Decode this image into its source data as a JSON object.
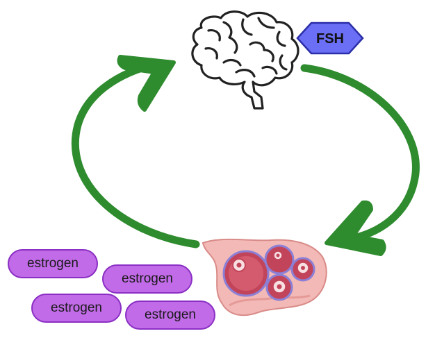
{
  "hormone_label": "FSH",
  "estrogen_labels": [
    "estrogen",
    "estrogen",
    "estrogen",
    "estrogen"
  ],
  "colors": {
    "arrow": "#2e8b2e",
    "fsh_fill": "#6b6ff5",
    "fsh_stroke": "#2a2ea8",
    "pill_fill": "#c26be8",
    "pill_stroke": "#8a2fc4",
    "brain_stroke": "#222222",
    "ovary_fill": "#f2b9b6",
    "follicle_fill": "#c2445a"
  },
  "icons": {
    "brain": "brain-icon",
    "ovary": "ovary-icon"
  }
}
